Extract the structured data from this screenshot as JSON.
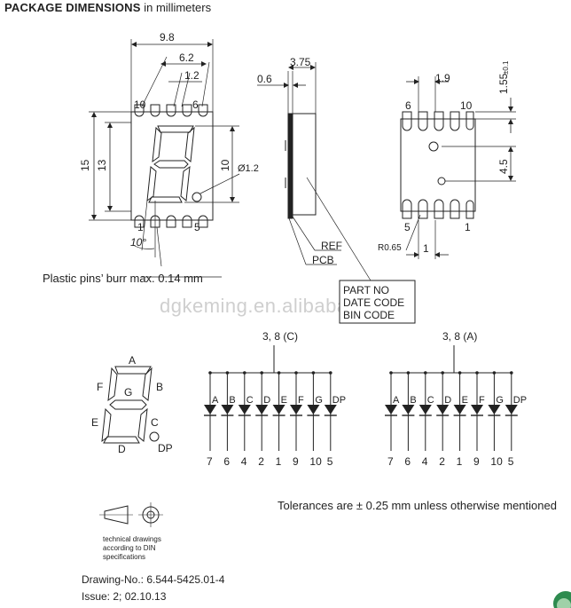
{
  "header": {
    "title_bold": "PACKAGE DIMENSIONS",
    "title_rest": "in millimeters"
  },
  "front_view": {
    "dim_width": "9.8",
    "dim_pitch_total": "6.2",
    "dim_pitch": "1.2",
    "dim_height_outer": "15",
    "dim_height_inner": "13",
    "dim_digit_height": "10",
    "dim_dp_diameter": "Ø1.2",
    "dim_slant": "10°",
    "pin_top_left": "10",
    "pin_top_right": "6",
    "pin_bottom_left": "1",
    "pin_bottom_right": "5"
  },
  "side_view": {
    "dim_depth": "3.75",
    "dim_pcb": "0.6",
    "label_ref": "REF",
    "label_pcb": "PCB"
  },
  "back_view": {
    "dim_pitch": "1.9",
    "dim_height": "1.55",
    "dim_tolerance": "±0.1",
    "dim_offset": "4.5",
    "dim_radius": "R0.65",
    "dim_pin": "1",
    "pin_top_left": "6",
    "pin_top_right": "10",
    "pin_bottom_left": "5",
    "pin_bottom_right": "1"
  },
  "burr_note": "Plastic pins’ burr max. 0.14 mm",
  "marking_box": [
    "PART NO",
    "DATE CODE",
    "BIN CODE"
  ],
  "watermark": "dgkeming.en.alibaba.com",
  "segment_diagram": {
    "a": "A",
    "b": "B",
    "c": "C",
    "d": "D",
    "e": "E",
    "f": "F",
    "g": "G",
    "dp": "DP"
  },
  "circuits": [
    {
      "common": "3, 8 (C)",
      "segments": [
        "A",
        "B",
        "C",
        "D",
        "E",
        "F",
        "G",
        "DP"
      ],
      "pins": [
        "7",
        "6",
        "4",
        "2",
        "1",
        "9",
        "10",
        "5"
      ]
    },
    {
      "common": "3, 8 (A)",
      "segments": [
        "A",
        "B",
        "C",
        "D",
        "E",
        "F",
        "G",
        "DP"
      ],
      "pins": [
        "7",
        "6",
        "4",
        "2",
        "1",
        "9",
        "10",
        "5"
      ]
    }
  ],
  "tolerance_note": "Tolerances are ± 0.25 mm unless otherwise mentioned",
  "din_note": [
    "technical drawings",
    "according to DIN",
    "specifications"
  ],
  "drawing_no": "Drawing-No.:  6.544-5425.01-4",
  "issue": "Issue: 2;   02.10.13"
}
